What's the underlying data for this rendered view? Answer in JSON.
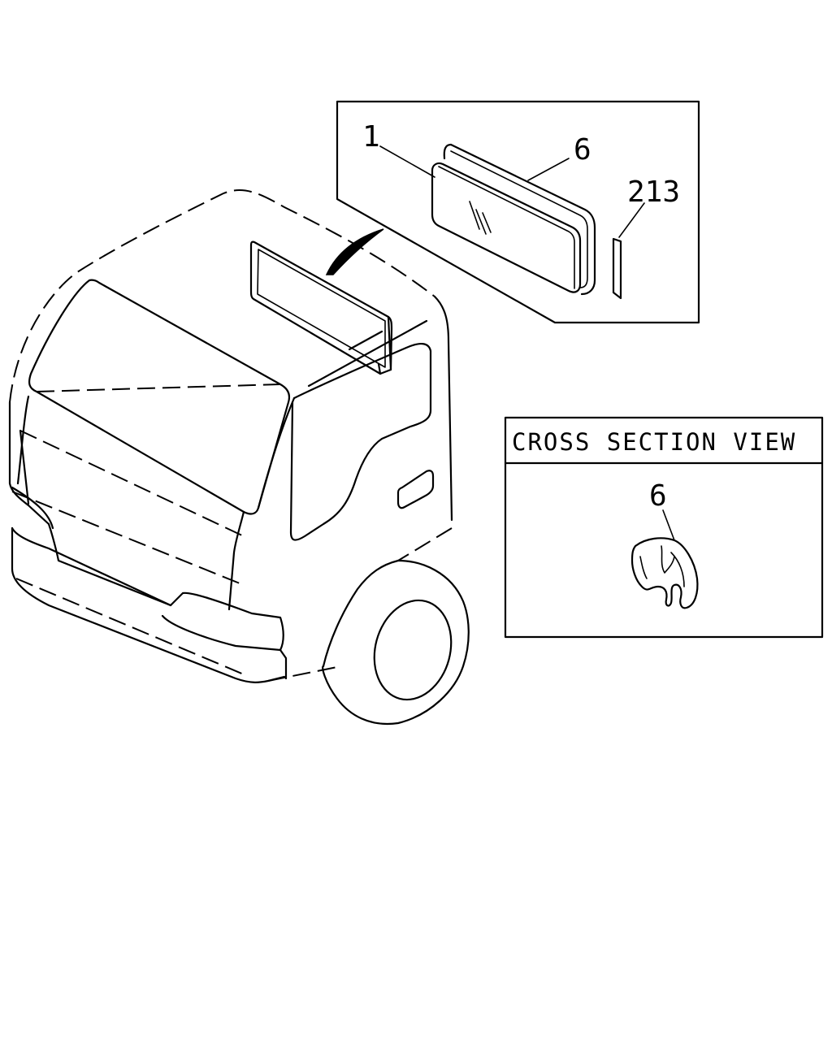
{
  "callouts": {
    "part_1": "1",
    "part_6": "6",
    "part_213": "213"
  },
  "cross_section": {
    "title": "CROSS SECTION VIEW",
    "part_label": "6"
  },
  "icons": [
    "truck-cab-outline",
    "rear-window-glass",
    "weatherstrip-seal",
    "seal-cross-section"
  ]
}
